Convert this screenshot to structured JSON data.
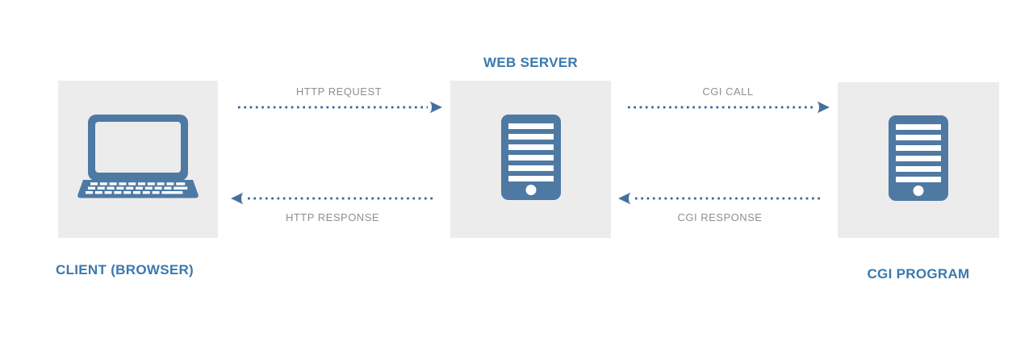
{
  "diagram": {
    "nodes": [
      {
        "name": "client",
        "label": "CLIENT (BROWSER)",
        "icon": "laptop-icon",
        "label_position": "below"
      },
      {
        "name": "web-server",
        "label": "WEB SERVER",
        "icon": "server-icon",
        "label_position": "above"
      },
      {
        "name": "cgi-program",
        "label": "CGI PROGRAM",
        "icon": "server-icon",
        "label_position": "below"
      }
    ],
    "arrows": [
      {
        "label": "HTTP REQUEST",
        "from": "client",
        "to": "web-server",
        "direction": "right",
        "style": "dotted",
        "label_position": "above"
      },
      {
        "label": "HTTP RESPONSE",
        "from": "web-server",
        "to": "client",
        "direction": "left",
        "style": "dotted",
        "label_position": "below"
      },
      {
        "label": "CGI CALL",
        "from": "web-server",
        "to": "cgi-program",
        "direction": "right",
        "style": "dotted",
        "label_position": "above"
      },
      {
        "label": "CGI RESPONSE",
        "from": "cgi-program",
        "to": "web-server",
        "direction": "left",
        "style": "dotted",
        "label_position": "below"
      }
    ],
    "colors": {
      "page_background": "#ffffff",
      "node_background": "#ececec",
      "icon_blue": "#4e79a3",
      "arrow_dot_blue": "#2e679e",
      "arrow_head_blue": "#44719c",
      "node_label_blue": "#3a79af",
      "arrow_label_gray": "#8f8f8f"
    }
  }
}
